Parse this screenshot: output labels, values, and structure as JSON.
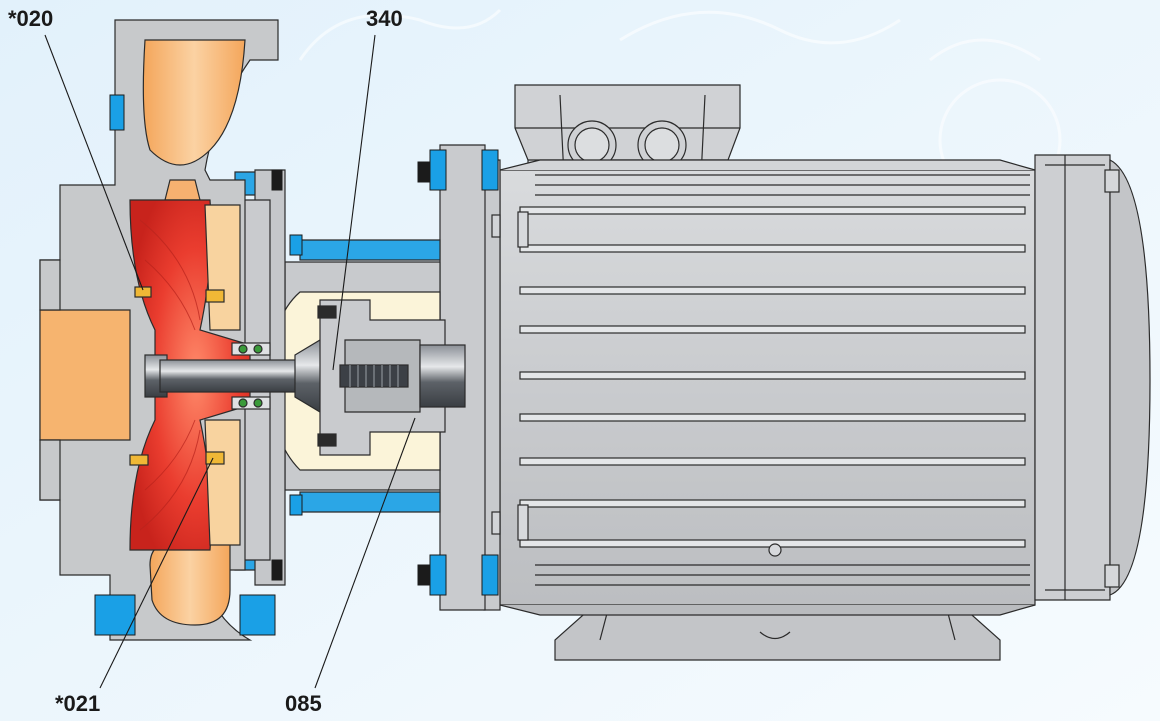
{
  "callouts": {
    "c020": "*020",
    "c340": "340",
    "c021": "*021",
    "c085": "085"
  },
  "colors": {
    "background_gradient_start": "#e4f2fb",
    "background_gradient_end": "#f7fbfe",
    "casing_grey": "#c7c9cb",
    "outline": "#2b2b2b",
    "impeller_red": "#e8372d",
    "fluid_orange": "#f7b979",
    "wear_ring_yellow": "#f0b836",
    "seal_green": "#3a9a3a",
    "bolt_blue": "#1aa0e6",
    "lantern_cream": "#fbf4d9",
    "shaft_dark": "#4a4f55",
    "motor_grey": "#cfd1d4"
  }
}
